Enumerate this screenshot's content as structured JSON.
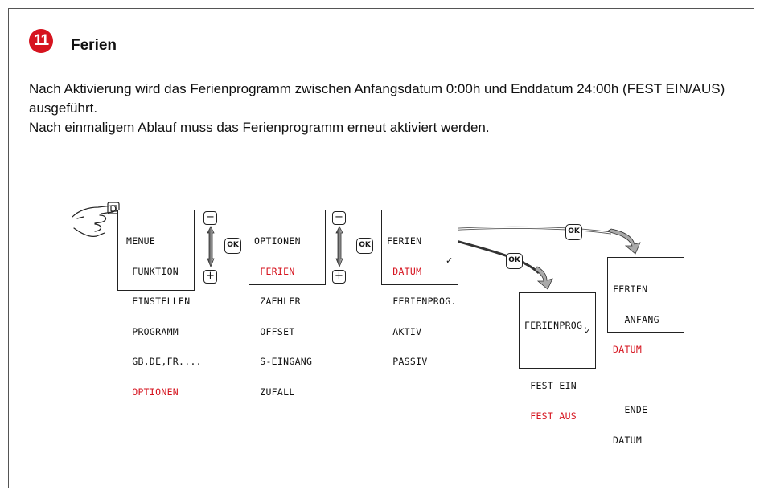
{
  "section": {
    "number": "11",
    "title": "Ferien",
    "paragraph1": "Nach Aktivierung wird das Ferienprogramm zwischen Anfangsdatum 0:00h und Enddatum 24:00h (FEST EIN/AUS) ausgeführt.",
    "paragraph2": "Nach einmaligem Ablauf muss das Ferienprogramm erneut aktiviert werden."
  },
  "screens": {
    "menu": {
      "lines": [
        "MENUE",
        " FUNKTION",
        " EINSTELLEN",
        " PROGRAMM",
        " GB,DE,FR....",
        " OPTIONEN"
      ]
    },
    "optionen": {
      "lines": [
        "OPTIONEN",
        " FERIEN",
        " ZAEHLER",
        " OFFSET",
        " S-EINGANG",
        " ZUFALL"
      ]
    },
    "ferien": {
      "lines": [
        "FERIEN",
        " DATUM",
        " FERIENPROG.",
        " AKTIV",
        " PASSIV"
      ]
    },
    "ferienprog": {
      "lines": [
        "FERIENPROG.",
        "",
        " FEST EIN",
        " FEST AUS"
      ]
    },
    "datum": {
      "lines": [
        "FERIEN",
        "  ANFANG",
        "DATUM",
        "",
        "  ENDE",
        "DATUM"
      ]
    }
  },
  "buttons": {
    "minus": "−",
    "plus": "+",
    "ok": "OK"
  },
  "check_mark": "✓",
  "colors": {
    "accent": "#d6141f"
  }
}
